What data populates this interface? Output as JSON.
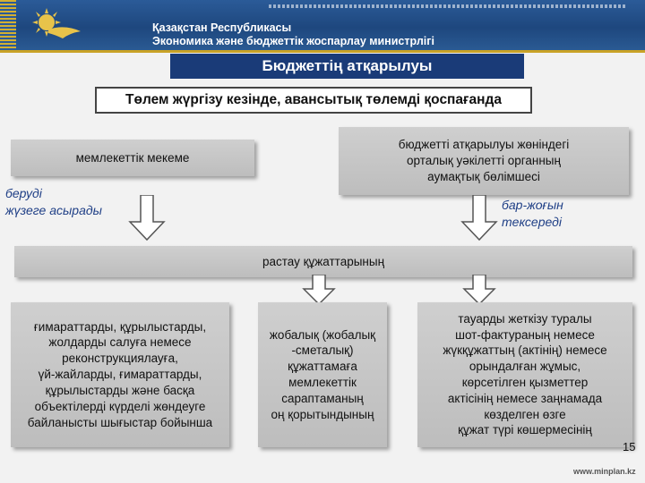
{
  "header": {
    "line1": "Қазақстан Республикасы",
    "line2": "Экономика және бюджеттік жоспарлау министрлігі"
  },
  "title": "Бюджеттің атқарылуы",
  "top_box": "Төлем жүргізу кезінде, авансытық төлемді қоспағанда",
  "left_box": "мемлекеттік мекеме",
  "right_box": "бюджетті атқарылуы жөніндегі\nорталық уәкілетті органның\nаумақтық бөлімшесі",
  "left_note": "беруді\nжүзеге асырады",
  "right_note": "бар-жоғын\nтексереді",
  "middle_box": "растау құжаттарының",
  "bottom_boxes": [
    "ғимараттарды, құрылыстарды,\nжолдарды салуға немесе\nреконструкциялауға,\nүй-жайларды, ғимараттарды,\nқұрылыстарды және басқа\nобъектілерді күрделі жөндеуге\nбайланысты шығыстар бойынша",
    "жобалық (жобалық\n-сметалық)\nқұжаттамаға\nмемлекеттік\nсараптаманың\nоң қорытындының",
    "тауарды жеткізу туралы\nшот-фактураның немесе\nжүкқұжаттың (актінің) немесе\nорындалған жұмыс,\nкөрсетілген қызметтер\nактісінің немесе заңнамада\nкөзделген өзге\nқұжат түрі көшермесінің"
  ],
  "page_number": "15",
  "footer_url": "www.minplan.kz",
  "colors": {
    "header_blue": "#1e477e",
    "title_bar": "#1a3b78",
    "box_gray": "#c4c4c4",
    "note_blue": "#1f3f86",
    "gold": "#c9a227"
  }
}
